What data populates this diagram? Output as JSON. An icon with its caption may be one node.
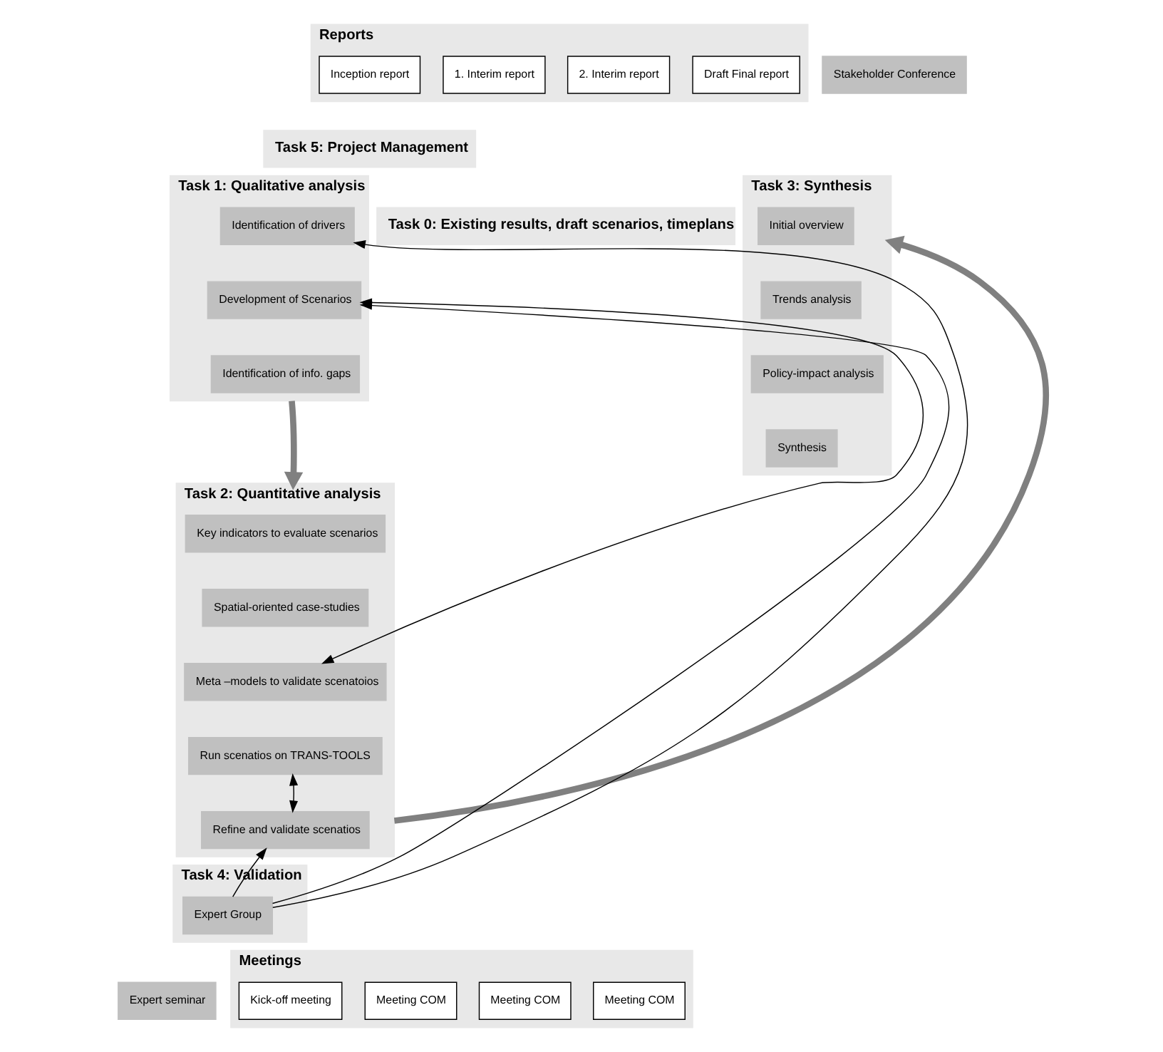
{
  "diagram": {
    "nodes": [
      {
        "text": [
          "Reports"
        ]
      },
      {
        "text": [
          "Inception report"
        ],
        "in": 0
      },
      {
        "text": [
          "1. Interim report"
        ],
        "in": 0
      },
      {
        "text": [
          "2. Interim report"
        ],
        "in": 0
      },
      {
        "text": [
          "Draft Final report"
        ],
        "in": 0
      },
      {
        "text": [
          "Task 5: Project Management"
        ]
      },
      {
        "text": [
          "Task 0: Existing results, draft scenarios, timeplans"
        ]
      },
      {
        "text": [
          "Task 1: Qualitative analysis"
        ]
      },
      {
        "text": [
          "Identification of drivers"
        ],
        "in": 7
      },
      {
        "text": [
          "Development of Scenarios"
        ],
        "in": 7
      },
      {
        "text": [
          "Identification of info. gaps"
        ],
        "in": 7
      },
      {
        "text": [
          "Task 3: Synthesis"
        ]
      },
      {
        "text": [
          "Initial overview"
        ],
        "in": 11
      },
      {
        "text": [
          "Trends analysis"
        ],
        "in": 11
      },
      {
        "text": [
          "Policy-impact analysis"
        ],
        "in": 11
      },
      {
        "text": [
          "Synthesis"
        ],
        "in": 11
      },
      {
        "text": [
          "Task 2: Quantitative analysis"
        ]
      },
      {
        "text": [
          "Key indicators to evaluate scenarios"
        ],
        "in": 16
      },
      {
        "text": [
          "Spatial-oriented case-studies"
        ],
        "in": 16
      },
      {
        "text": [
          "Meta –models to validate scenatoios"
        ],
        "in": 16
      },
      {
        "text": [
          "Run scenatios on TRANS-TOOLS"
        ],
        "in": 16
      },
      {
        "text": [
          "Refine and validate scenatios"
        ],
        "in": 16
      },
      {
        "text": [
          "Task 4: Validation"
        ]
      },
      {
        "text": [
          "Expert Group"
        ],
        "in": 22
      },
      {
        "text": [
          "Expert seminar"
        ]
      },
      {
        "text": [
          "Stakeholder Conference"
        ]
      },
      {
        "text": [
          "Meetings"
        ]
      },
      {
        "text": [
          "Kick-off meeting"
        ],
        "in": 26
      },
      {
        "text": [
          "Meeting COM"
        ],
        "in": 26
      },
      {
        "text": [
          "Meeting COM"
        ],
        "in": 26
      },
      {
        "text": [
          "Meeting COM"
        ],
        "in": 26
      }
    ],
    "edges": [
      {
        "from": 7,
        "to": 16,
        "arrow": "to",
        "style": "thick",
        "color": "#808080"
      },
      {
        "from": 16,
        "to": 11,
        "arrow": "to",
        "style": "thick",
        "color": "#808080"
      },
      {
        "from": 23,
        "to": 8,
        "arrow": "to"
      },
      {
        "from": 23,
        "to": 9,
        "arrow": "to"
      },
      {
        "from": 23,
        "to": 21,
        "arrow": "to"
      },
      {
        "from": 9,
        "to": 19,
        "arrow": "both"
      },
      {
        "from": 20,
        "to": 21,
        "arrow": "both"
      }
    ]
  }
}
